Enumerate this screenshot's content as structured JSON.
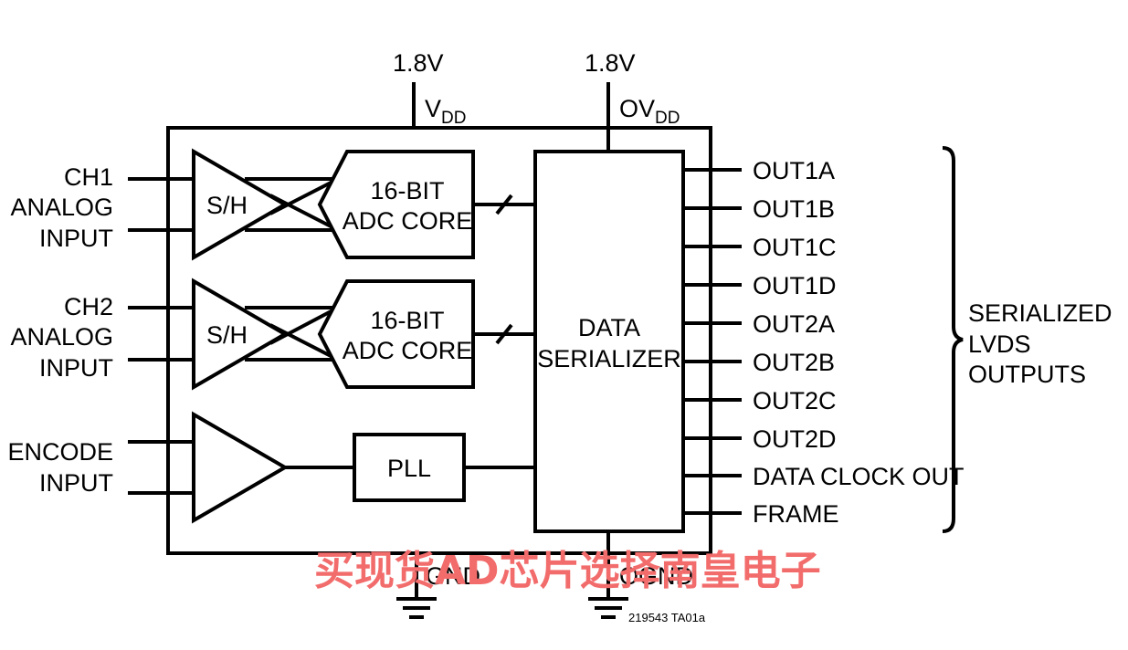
{
  "supplies": {
    "vdd_voltage": "1.8V",
    "vdd_main": "V",
    "vdd_sub": "DD",
    "ovdd_voltage": "1.8V",
    "ovdd_main": "OV",
    "ovdd_sub": "DD"
  },
  "inputs": {
    "ch1": [
      "CH1",
      "ANALOG",
      "INPUT"
    ],
    "ch2": [
      "CH2",
      "ANALOG",
      "INPUT"
    ],
    "encode": [
      "ENCODE",
      "INPUT"
    ]
  },
  "blocks": {
    "sh_label": "S/H",
    "adc_line1": "16-BIT",
    "adc_line2": "ADC CORE",
    "pll": "PLL",
    "serializer_line1": "DATA",
    "serializer_line2": "SERIALIZER"
  },
  "outputs": [
    "OUT1A",
    "OUT1B",
    "OUT1C",
    "OUT1D",
    "OUT2A",
    "OUT2B",
    "OUT2C",
    "OUT2D",
    "DATA CLOCK OUT",
    "FRAME"
  ],
  "output_group": [
    "SERIALIZED",
    "LVDS",
    "OUTPUTS"
  ],
  "grounds": {
    "gnd": "GND",
    "ognd": "OGND"
  },
  "figure_id": "219543 TA01a",
  "watermark": "买现货AD芯片选择南皇电子",
  "colors": {
    "line": "#000000",
    "watermark": "#f26c6c"
  }
}
